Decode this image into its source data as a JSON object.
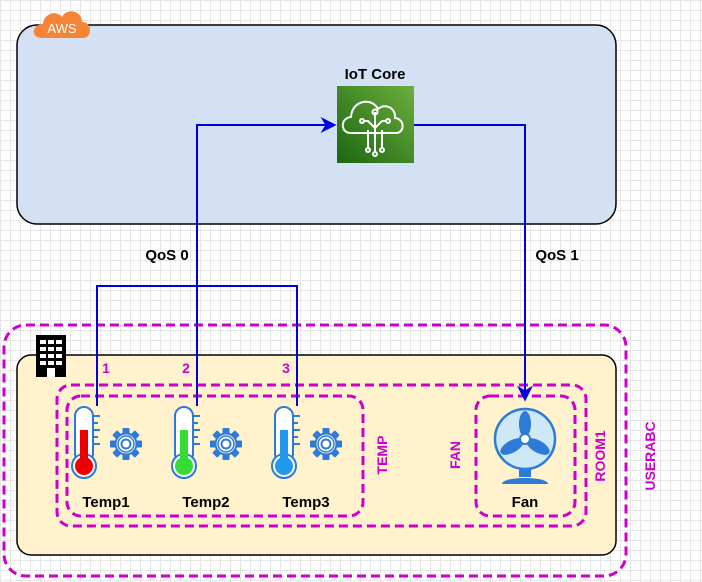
{
  "cloud": {
    "badge": "AWS",
    "service_label": "IoT Core"
  },
  "connections": {
    "left_qos": "QoS 0",
    "right_qos": "QoS 1"
  },
  "sensors": [
    {
      "number": "1",
      "label": "Temp1",
      "fill_color": "#ee0000"
    },
    {
      "number": "2",
      "label": "Temp2",
      "fill_color": "#33dd33"
    },
    {
      "number": "3",
      "label": "Temp3",
      "fill_color": "#2299ee"
    }
  ],
  "fan": {
    "label": "Fan"
  },
  "groups": {
    "temp": "TEMP",
    "fan": "FAN",
    "room": "ROOM1",
    "user": "USERABC"
  },
  "colors": {
    "aws_fill": "#d4e1f5",
    "building_fill": "#fff2cc",
    "iot_green": "#3f8624",
    "arrow_blue": "#0000dd",
    "group_purple": "#cc00cc",
    "aws_orange": "#f58536",
    "gear_blue": "#2d7bd6"
  }
}
